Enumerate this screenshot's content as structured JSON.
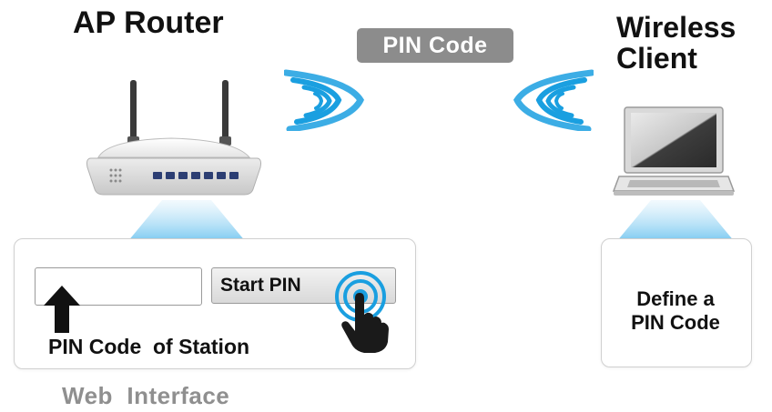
{
  "ap": {
    "title": "AP Router"
  },
  "client": {
    "title_line1": "Wireless",
    "title_line2": "Client"
  },
  "badge": {
    "label": "PIN Code"
  },
  "web_interface": {
    "start_button_label": "Start PIN",
    "station_label": "PIN Code  of Station",
    "caption": "Web  Interface"
  },
  "client_panel": {
    "line1": "Define a",
    "line2": "PIN Code"
  },
  "icons": [
    "router-icon",
    "laptop-icon",
    "signal-waves-icon",
    "arrow-up-icon",
    "pointing-hand-icon",
    "press-ripple-icon"
  ],
  "colors": {
    "waves": "#1a9fe0",
    "badge": "#8c8c8c",
    "beam": "#a9dcf6",
    "caption": "#8f8f8f"
  }
}
